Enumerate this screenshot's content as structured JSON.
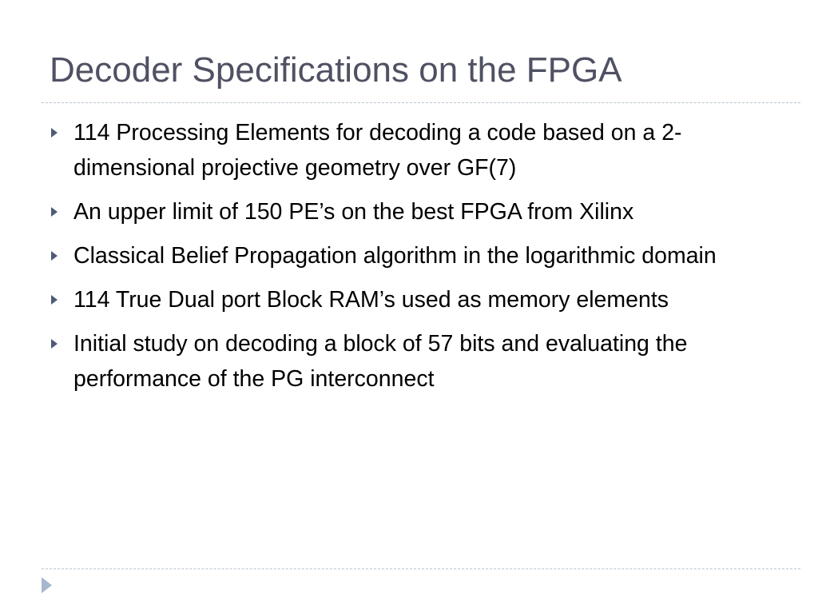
{
  "slide": {
    "title": "Decoder Specifications on the FPGA",
    "bullets": [
      "114 Processing Elements for decoding a code based on a 2-dimensional projective geometry over GF(7)",
      "An upper limit of 150 PE’s on the best FPGA from Xilinx",
      "Classical Belief Propagation algorithm in the logarithmic domain",
      "114 True Dual port Block RAM’s used as memory elements",
      "Initial study on decoding a block of 57 bits and evaluating the performance of the PG interconnect"
    ],
    "bullet_icon": "triangle-right-icon",
    "nav_icon": "play-next-icon",
    "colors": {
      "title": "#4f5163",
      "bullet_marker": "#505a78",
      "rule": "#b8c3cf",
      "nav_arrow": "#a7b7cf"
    }
  }
}
